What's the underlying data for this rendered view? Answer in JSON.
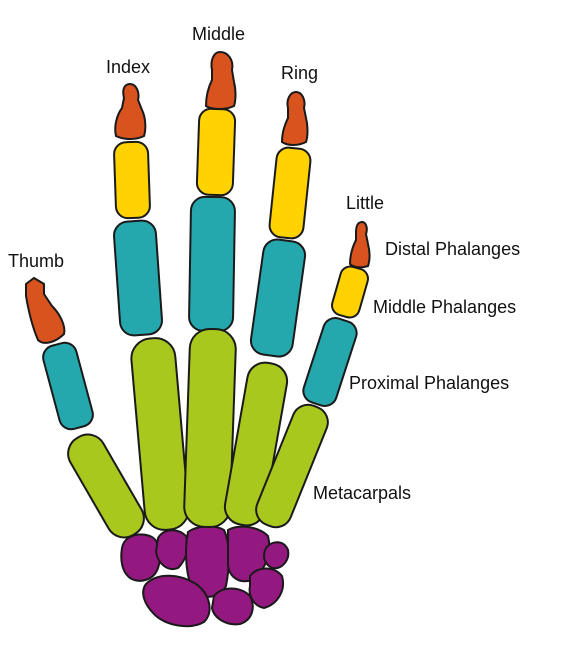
{
  "fingers": {
    "thumb": "Thumb",
    "index": "Index",
    "middle": "Middle",
    "ring": "Ring",
    "little": "Little"
  },
  "bone_groups": {
    "distal": "Distal Phalanges",
    "middle": "Middle Phalanges",
    "proximal": "Proximal Phalanges",
    "metacarpals": "Metacarpals"
  },
  "colors": {
    "distal": "#D9531E",
    "middle": "#FFD200",
    "proximal": "#24A8AE",
    "metacarpals": "#A8C81E",
    "carpals": "#93187F",
    "outline": "#1a1a1a"
  }
}
